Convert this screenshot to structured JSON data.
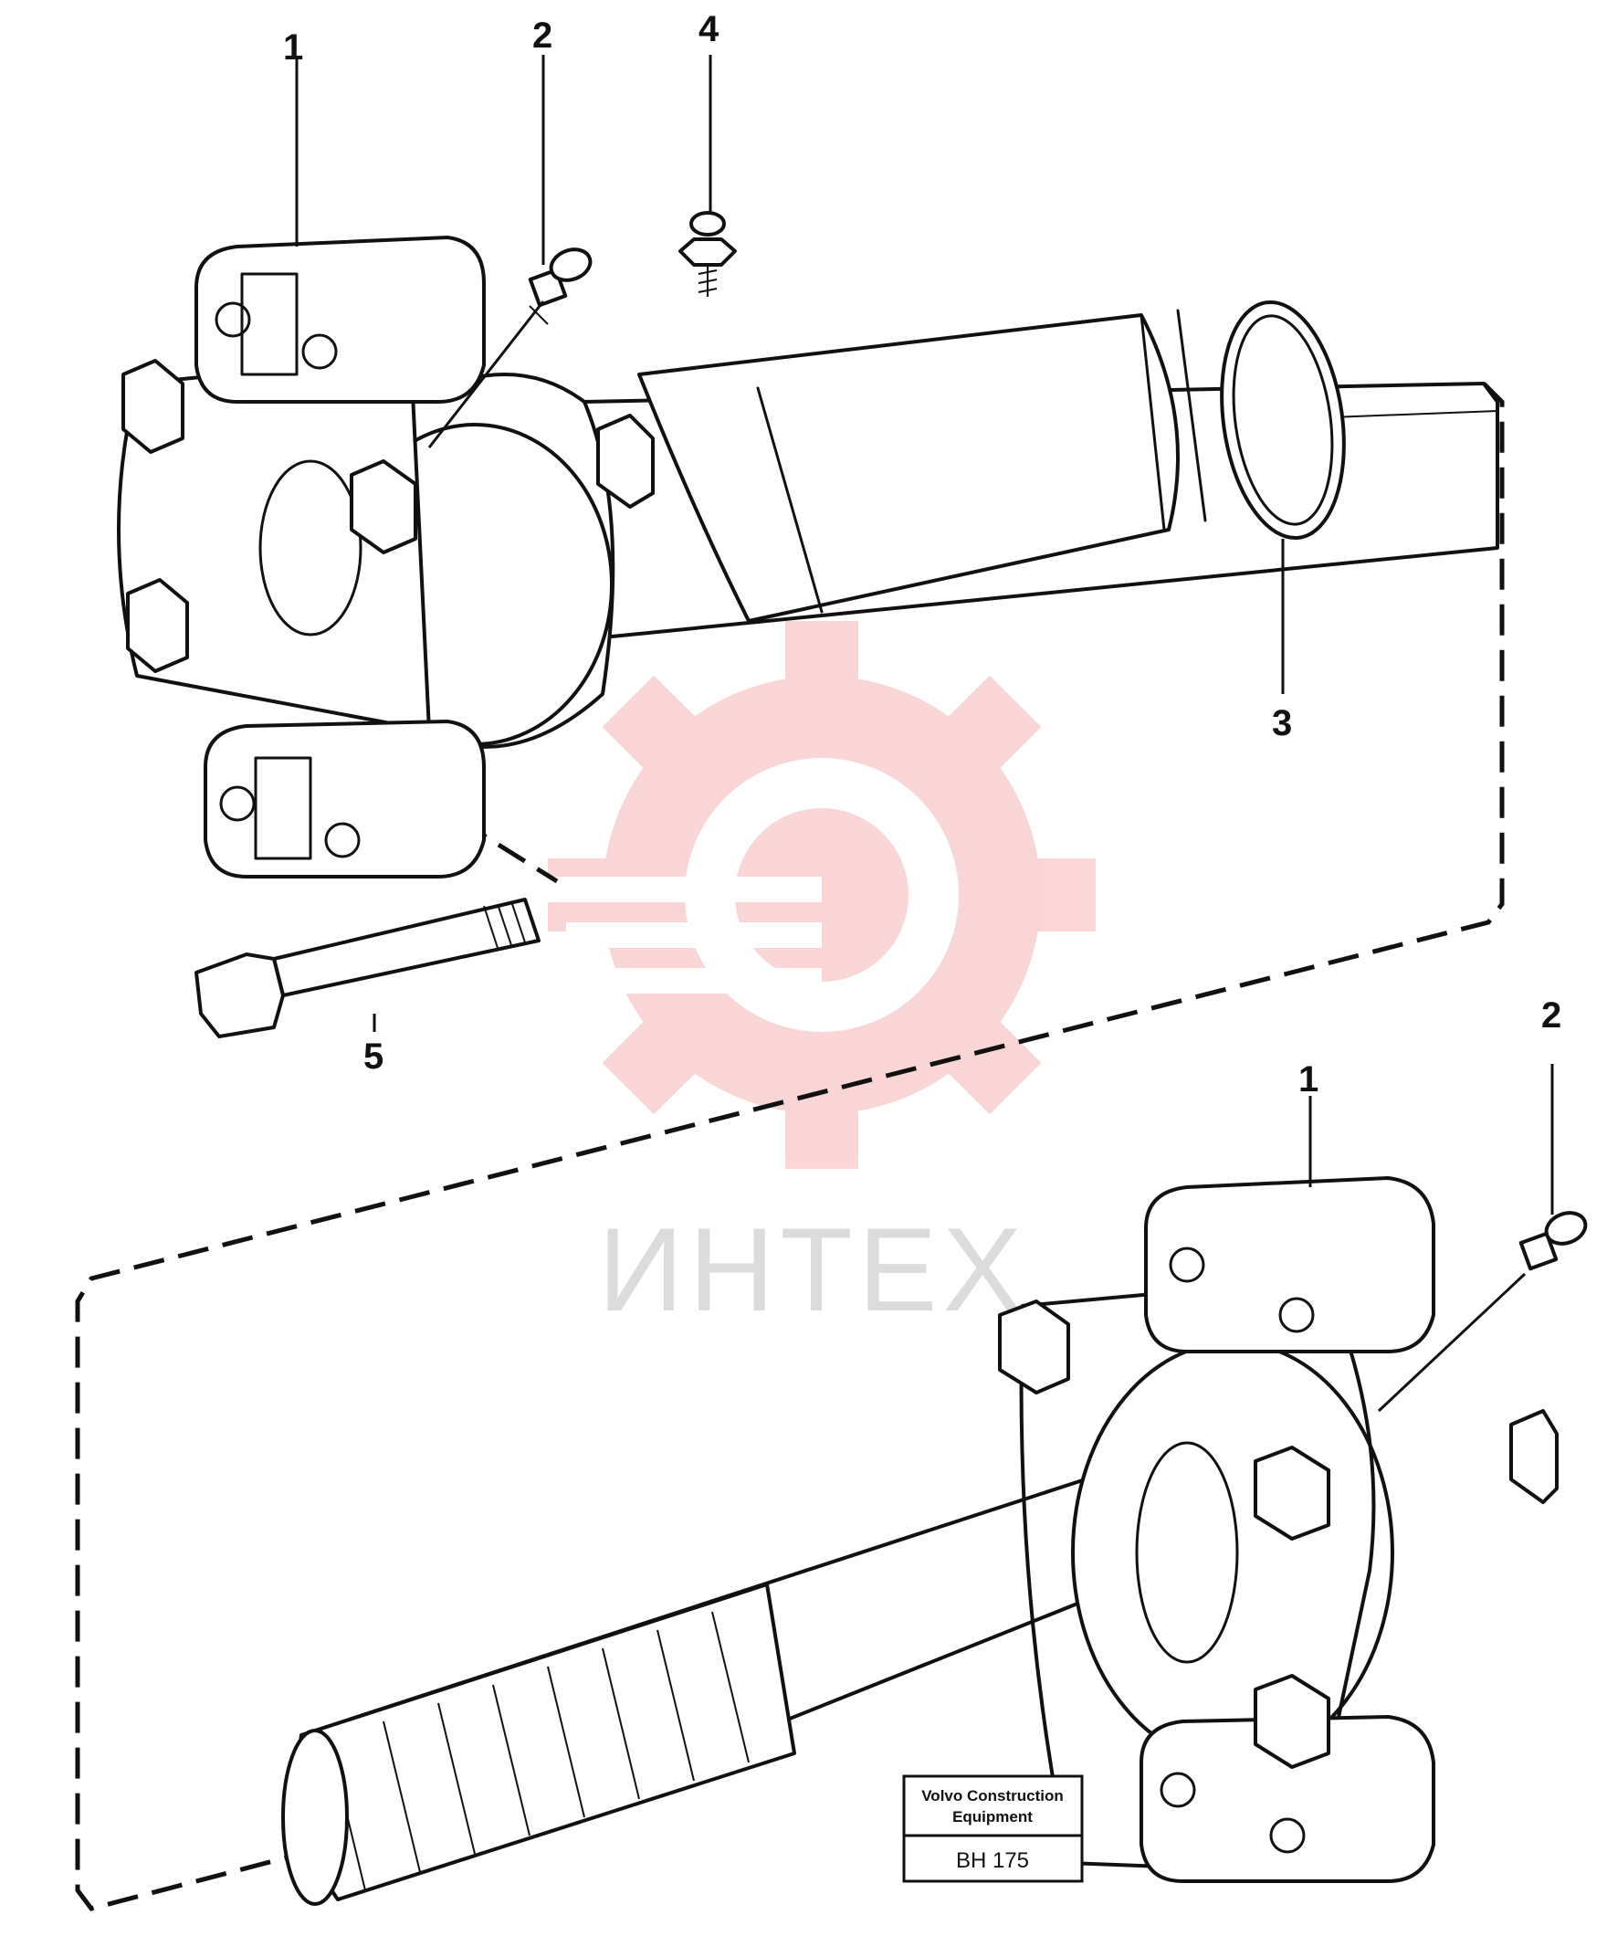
{
  "callouts": {
    "top_1": "1",
    "top_2": "2",
    "top_4": "4",
    "top_3": "3",
    "top_5": "5",
    "bottom_1": "1",
    "bottom_2": "2"
  },
  "title_block": {
    "line1": "Volvo Construction",
    "line2": "Equipment",
    "code": "BH 175"
  },
  "watermark": {
    "text": "ИНТЕХ",
    "color": "#f08a8a"
  }
}
